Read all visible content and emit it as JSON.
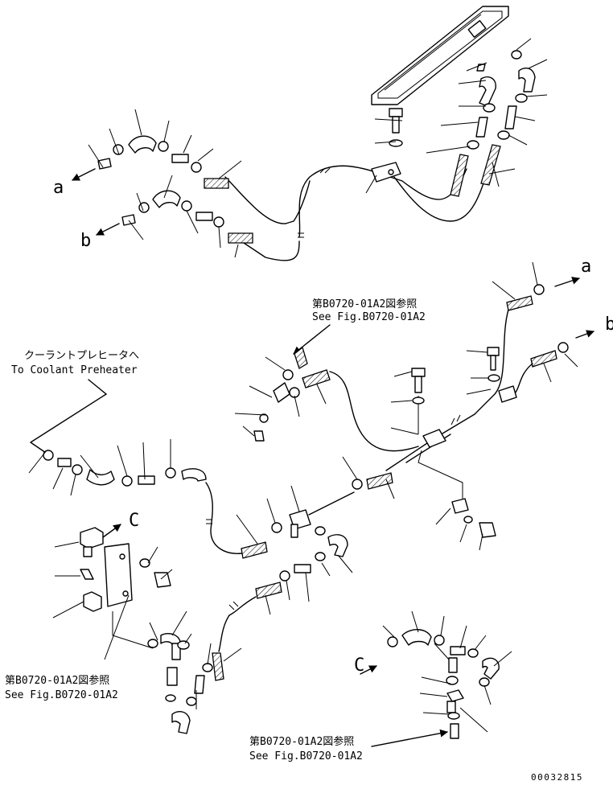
{
  "references": {
    "top_ja": "第B0720-01A2図参照",
    "top_en": "See Fig.B0720-01A2",
    "left_ja": "第B0720-01A2図参照",
    "left_en": "See Fig.B0720-01A2",
    "bottom_ja": "第B0720-01A2図参照",
    "bottom_en": "See Fig.B0720-01A2"
  },
  "coolant": {
    "ja": "クーラントプレヒータへ",
    "en": "To Coolant Preheater"
  },
  "connectors": {
    "a_upper": "a",
    "b_upper": "b",
    "a_right": "a",
    "b_right": "b",
    "c_left": "C",
    "c_bottom": "C"
  },
  "drawing_number": "00032815"
}
